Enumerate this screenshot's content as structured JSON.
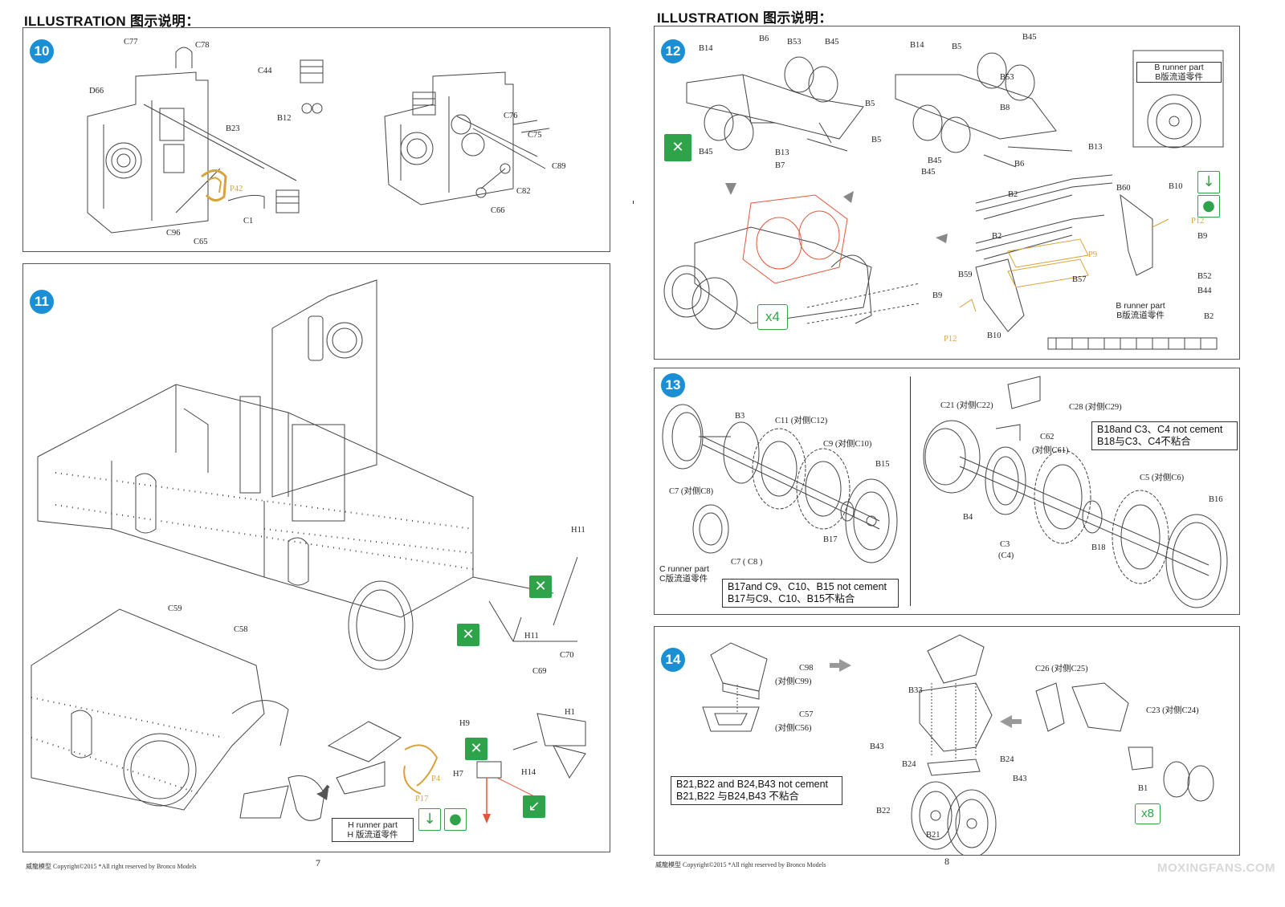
{
  "left_page": {
    "header": "ILLUSTRATION 图示说明：",
    "footer": "威龍模型  Copyright©2015  *All right reserved by Bronco Models",
    "page_number": "7",
    "step10": {
      "number": "10",
      "labels": [
        "C77",
        "C78",
        "D66",
        "C44",
        "B23",
        "B12",
        "P42",
        "C1",
        "C96",
        "C65",
        "C76",
        "C75",
        "C89",
        "C82",
        "C66"
      ]
    },
    "step11": {
      "number": "11",
      "labels": [
        "H11",
        "H11",
        "C70",
        "C69",
        "C59",
        "C58",
        "H9",
        "H1",
        "H7",
        "H14",
        "P4",
        "P17"
      ],
      "runner_note": [
        "H runner part",
        "H 版流道零件"
      ]
    }
  },
  "right_page": {
    "header": "ILLUSTRATION 图示说明：",
    "footer": "威龍模型  Copyright©2015  *All right reserved by Bronco Models",
    "page_number": "8",
    "step12": {
      "number": "12",
      "labels": [
        "B14",
        "B6",
        "B53",
        "B45",
        "B5",
        "B45",
        "B7",
        "B14",
        "B5",
        "B45",
        "B53",
        "B8",
        "B5",
        "B45",
        "B6",
        "B13",
        "B13",
        "B45",
        "B2",
        "B2",
        "B60",
        "B10",
        "P12",
        "B9",
        "P9",
        "B52",
        "B44",
        "B59",
        "B57",
        "B9",
        "P12",
        "B10",
        "B2"
      ],
      "multiplier": "x4",
      "runner_note_top": [
        "B runner part",
        "B版流道零件"
      ],
      "runner_note_bottom": [
        "B runner part",
        "B版流道零件"
      ]
    },
    "step13": {
      "number": "13",
      "labels": [
        "B3",
        "C11 (对侧C12)",
        "C9 (对侧C10)",
        "B15",
        "C7 (对侧C8)",
        "B17",
        "C7 ( C8 )",
        "C21 (对侧C22)",
        "C28 (对侧C29)",
        "C62",
        "(对侧C61)",
        "C5 (对侧C6)",
        "B16",
        "B4",
        "B18",
        "C3",
        "(C4)"
      ],
      "runner_note": [
        "C runner part",
        "C版流道零件"
      ],
      "note_left": [
        "B17and C9、C10、B15 not cement",
        "B17与C9、C10、B15不粘合"
      ],
      "note_right": [
        "B18and C3、C4 not cement",
        "B18与C3、C4不粘合"
      ]
    },
    "step14": {
      "number": "14",
      "labels": [
        "C98",
        "(对侧C99)",
        "C57",
        "(对侧C56)",
        "B33",
        "C26 (对侧C25)",
        "C23 (对侧C24)",
        "B43",
        "B24",
        "B24",
        "B43",
        "B22",
        "B21",
        "B1"
      ],
      "multiplier": "x8",
      "note": [
        "B21,B22 and B24,B43 not cement",
        "B21,B22 与B24,B43 不粘合"
      ]
    },
    "watermark": "MOXINGFANS.COM"
  },
  "colors": {
    "step_badge": "#1a8fd4",
    "yellow_part": "#d9a23a",
    "green_icon": "#2ea34a",
    "red_highlight": "#e0573a"
  }
}
